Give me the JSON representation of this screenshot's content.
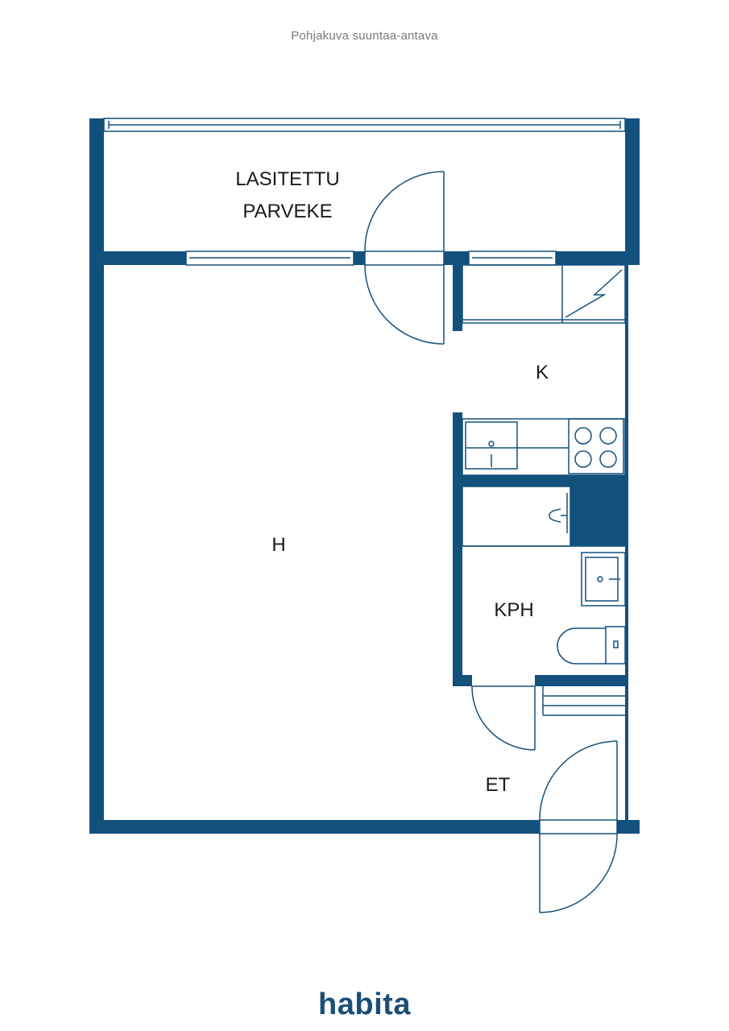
{
  "header": {
    "caption": "Pohjakuva suuntaa-antava"
  },
  "rooms": {
    "balcony_line1": "LASITETTU",
    "balcony_line2": "PARVEKE",
    "kitchen": "K",
    "living": "H",
    "bathroom": "KPH",
    "entry": "ET"
  },
  "brand": {
    "logo_text": "habita"
  },
  "colors": {
    "wall": "#13517d",
    "line": "#13517d",
    "background": "#ffffff"
  }
}
